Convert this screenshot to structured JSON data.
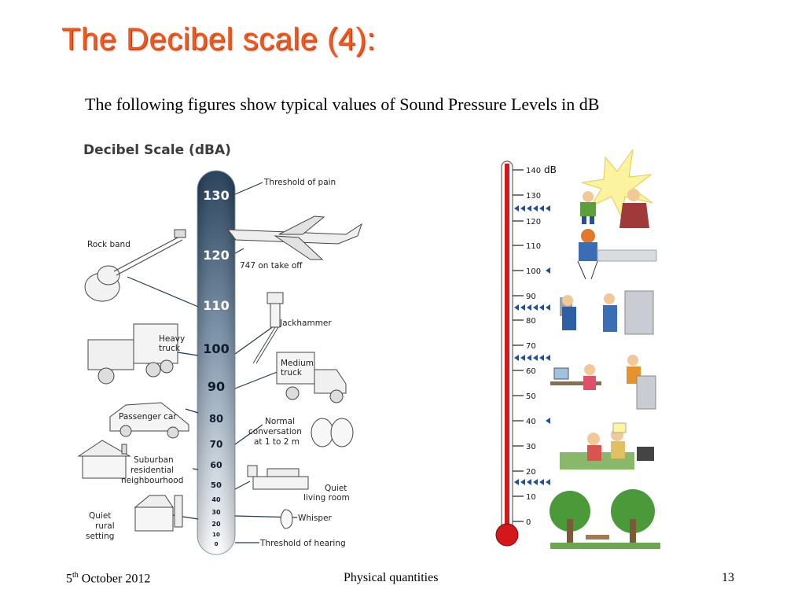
{
  "slide": {
    "title": "The Decibel scale (4):",
    "subtitle": "The following figures show typical values of Sound Pressure Levels in dB",
    "footer": {
      "date_day": "5",
      "date_suffix": "th",
      "date_rest": " October 2012",
      "center": "Physical quantities",
      "page": "13"
    }
  },
  "left_figure": {
    "heading": "Decibel Scale (dBA)",
    "ticks": [
      "130",
      "120",
      "110",
      "100",
      "90",
      "80",
      "70",
      "60",
      "50",
      "40",
      "30",
      "20",
      "10",
      "0"
    ],
    "labels": {
      "threshold_pain": "Threshold of pain",
      "rock_band": "Rock band",
      "plane": "747 on take off",
      "jackhammer": "Jackhammer",
      "heavy_truck_1": "Heavy",
      "heavy_truck_2": "truck",
      "medium_truck_1": "Medium",
      "medium_truck_2": "truck",
      "passenger_car": "Passenger car",
      "normal_conv_1": "Normal",
      "normal_conv_2": "conversation",
      "normal_conv_3": "at 1 to 2 m",
      "suburban_1": "Suburban",
      "suburban_2": "residential",
      "suburban_3": "neighbourhood",
      "quiet_living_1": "Quiet",
      "quiet_living_2": "living room",
      "whisper": "Whisper",
      "quiet_rural_1": "Quiet",
      "quiet_rural_2": "rural",
      "quiet_rural_3": "setting",
      "threshold_hearing": "Threshold of hearing"
    }
  },
  "right_figure": {
    "unit": "dB",
    "ticks": [
      "140",
      "130",
      "120",
      "110",
      "100",
      "90",
      "80",
      "70",
      "60",
      "50",
      "40",
      "30",
      "20",
      "10",
      "0"
    ]
  }
}
